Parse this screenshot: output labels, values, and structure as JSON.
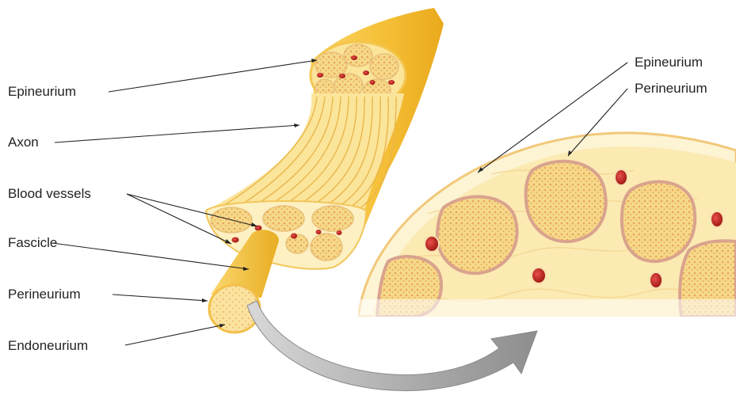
{
  "labels": {
    "left": [
      "Epineurium",
      "Axon",
      "Blood vessels",
      "Fascicle",
      "Perineurium",
      "Endoneurium"
    ],
    "right": [
      "Epineurium",
      "Perineurium"
    ]
  },
  "colors": {
    "nerve_yellow": "#f6c23a",
    "nerve_light": "#fbe59b",
    "nerve_pale": "#fdf0c2",
    "fascicle_fill": "#f6d98a",
    "fascicle_dots": "#eba758",
    "perineurium_pink": "#d9a38e",
    "vessel_red": "#b3201c",
    "arrow_gray": "#9a9a9a",
    "leader_line": "#222222"
  }
}
